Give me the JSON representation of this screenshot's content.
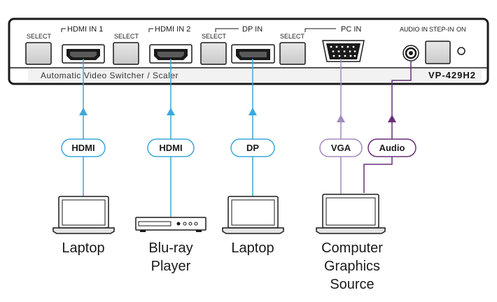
{
  "device": {
    "model": "VP-429H2",
    "subtitle": "Automatic Video Switcher / Scaler",
    "select_label": "SELECT",
    "inputs": [
      {
        "label": "HDMI IN 1"
      },
      {
        "label": "HDMI IN 2"
      },
      {
        "label": "DP IN"
      },
      {
        "label": "PC IN"
      }
    ],
    "audio_label": "AUDIO IN",
    "stepin_label": "STEP-IN",
    "on_label": "ON"
  },
  "cables": [
    {
      "label": "HDMI"
    },
    {
      "label": "HDMI"
    },
    {
      "label": "DP"
    },
    {
      "label": "VGA"
    },
    {
      "label": "Audio"
    }
  ],
  "sources": [
    {
      "lines": [
        "Laptop"
      ]
    },
    {
      "lines": [
        "Blu-ray",
        "Player"
      ]
    },
    {
      "lines": [
        "Laptop"
      ]
    },
    {
      "lines": [
        "Computer",
        "Graphics",
        "Source"
      ]
    }
  ],
  "colors": {
    "hdmi_dp_line": "#3aa9da",
    "vga_line": "#a48bc0",
    "audio_line": "#6a2f7a",
    "device_border": "#1a1a1a"
  }
}
